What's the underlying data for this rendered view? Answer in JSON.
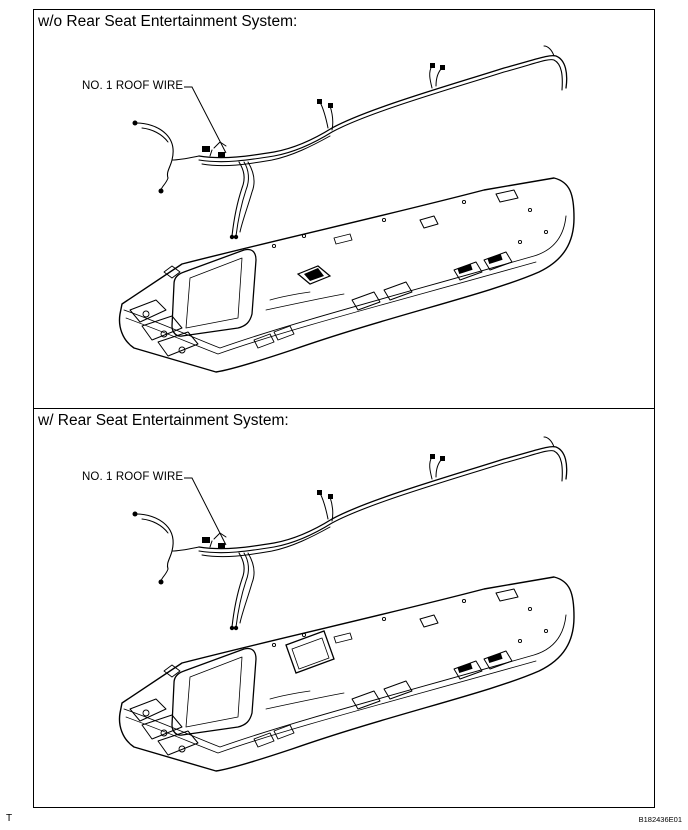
{
  "panels": [
    {
      "title": "w/o Rear Seat Entertainment System:",
      "callout": "NO. 1 ROOF WIRE"
    },
    {
      "title": "w/ Rear Seat Entertainment System:",
      "callout": "NO. 1 ROOF WIRE"
    }
  ],
  "footer": {
    "left_mark": "T",
    "figure_code": "B182436E01"
  }
}
